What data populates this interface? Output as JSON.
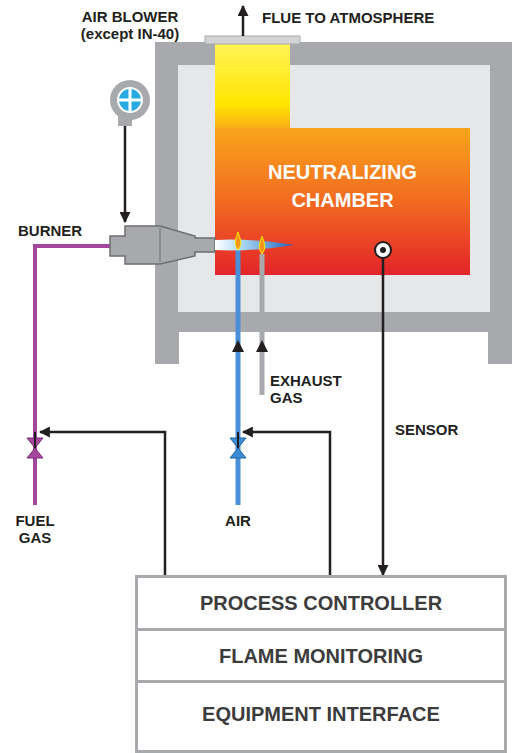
{
  "diagram": {
    "nodes": [
      {
        "text": [
          "AIR BLOWER (except IN-40)"
        ]
      },
      {
        "text": [
          "BURNER"
        ]
      },
      {
        "text": [
          "NEUTRALIZING CHAMBER"
        ]
      },
      {
        "text": [
          "PROCESS CONTROLLER"
        ]
      },
      {
        "text": [
          "FLAME MONITORING"
        ]
      },
      {
        "text": [
          "EQUIPMENT INTERFACE"
        ]
      }
    ],
    "edges": [
      {
        "from": 0,
        "to": 1,
        "arrow": "to"
      },
      {
        "from": 2,
        "to": 3,
        "label": "SENSOR",
        "arrow": "to"
      }
    ],
    "labels": [
      "FLUE TO ATMOSPHERE",
      "EXHAUST GAS",
      "FUEL GAS",
      "AIR"
    ]
  }
}
